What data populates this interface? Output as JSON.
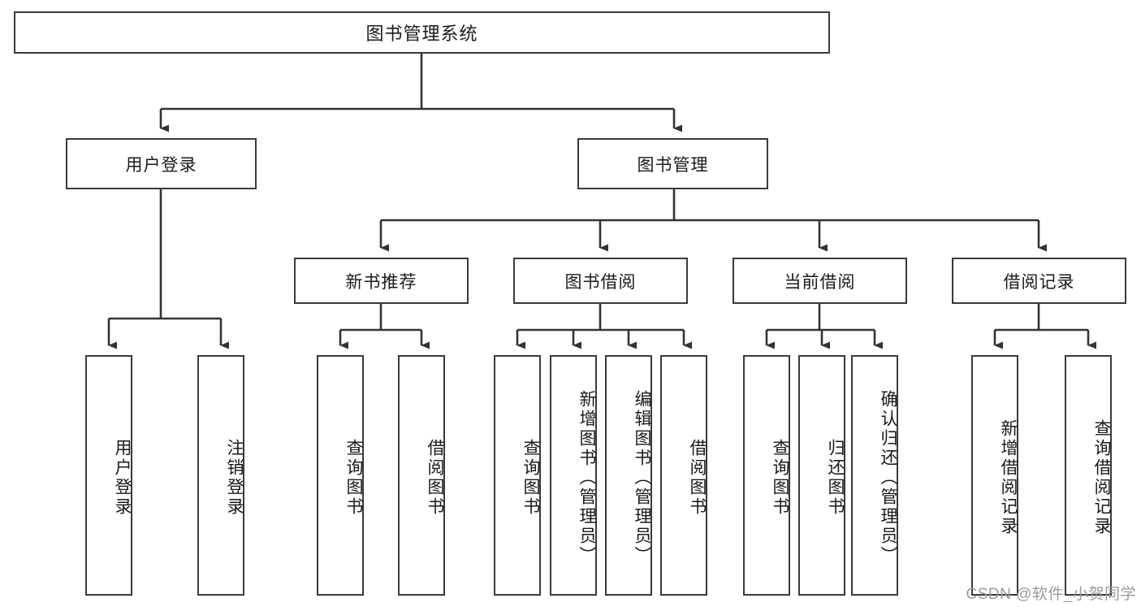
{
  "diagram": {
    "title": "图书管理系统",
    "type": "tree-hierarchy-chart",
    "watermark": "CSDN @软件_小贺同学",
    "colors": {
      "box_border": "#3a3a3a",
      "box_fill": "#ffffff",
      "connector": "#333333",
      "text": "#1a1a1a",
      "watermark": "#9a9a9a"
    },
    "levels": {
      "root": {
        "label": "图书管理系统"
      },
      "level2": [
        {
          "label": "用户登录"
        },
        {
          "label": "图书管理"
        }
      ],
      "level3": [
        {
          "label": "新书推荐"
        },
        {
          "label": "图书借阅"
        },
        {
          "label": "当前借阅"
        },
        {
          "label": "借阅记录"
        }
      ],
      "leaves": {
        "user_login": [
          {
            "label": "用户登录"
          },
          {
            "label": "注销登录"
          }
        ],
        "new_book_recommend": [
          {
            "label": "查询图书"
          },
          {
            "label": "借阅图书"
          }
        ],
        "book_borrow": [
          {
            "label": "查询图书"
          },
          {
            "label": "新增图书（管理员）"
          },
          {
            "label": "编辑图书（管理员）"
          },
          {
            "label": "借阅图书"
          }
        ],
        "current_borrow": [
          {
            "label": "查询图书"
          },
          {
            "label": "归还图书"
          },
          {
            "label": "确认归还（管理员）"
          }
        ],
        "borrow_record": [
          {
            "label": "新增借阅记录"
          },
          {
            "label": "查询借阅记录"
          }
        ]
      }
    }
  }
}
